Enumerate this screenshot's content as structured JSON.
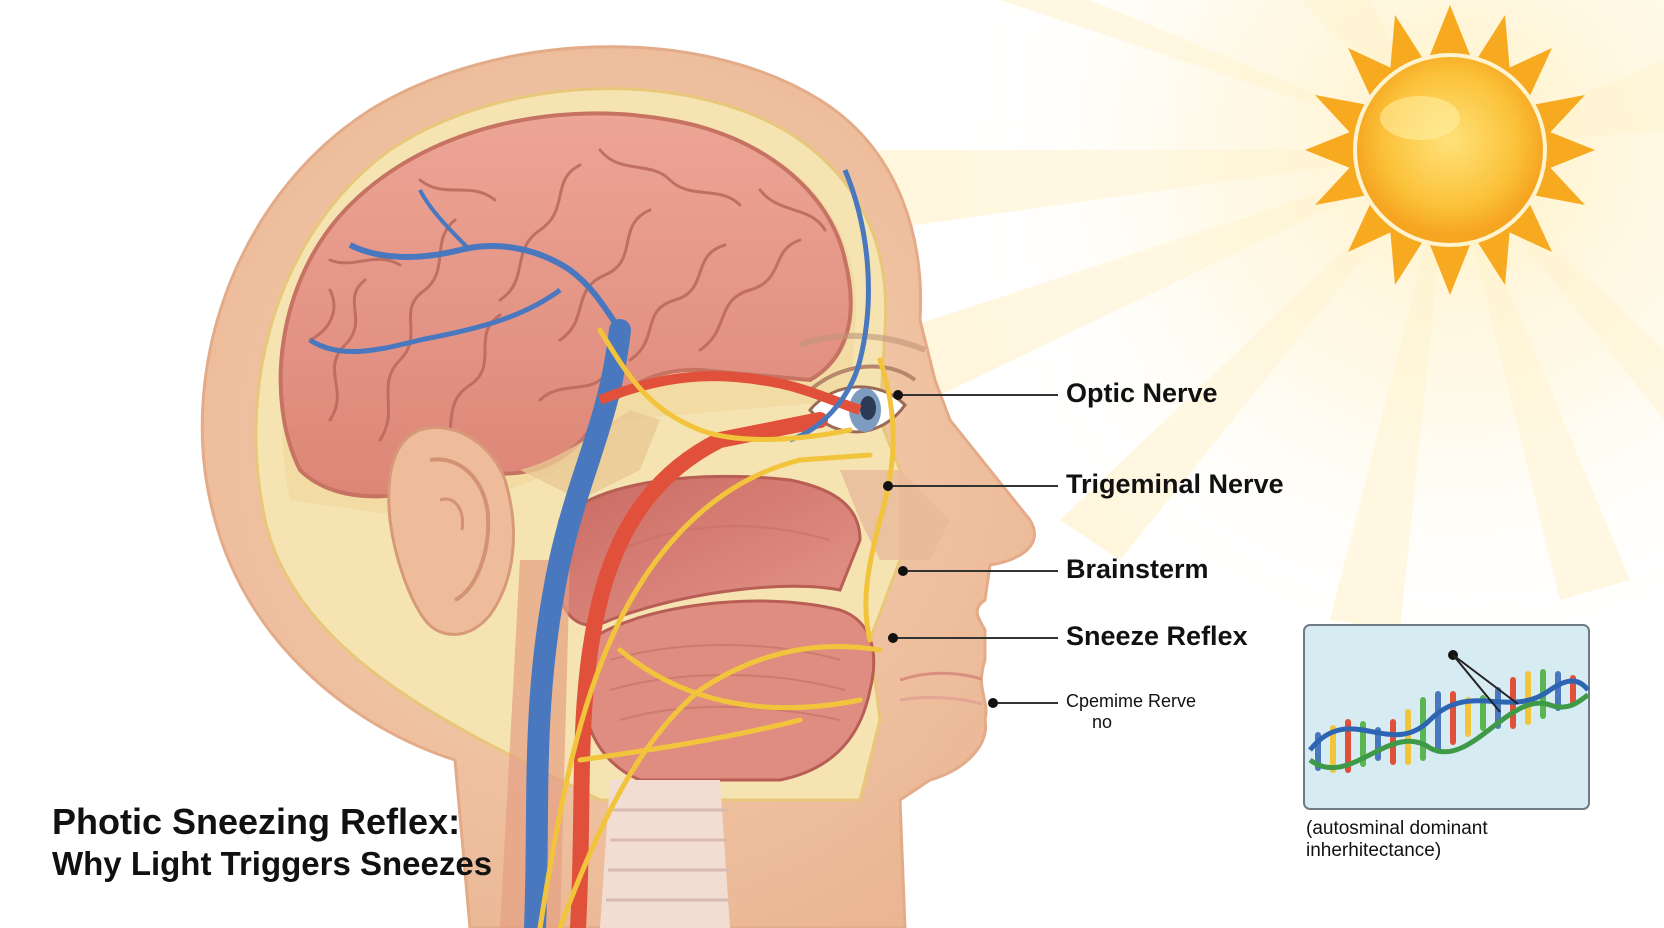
{
  "title": {
    "line1": "Photic Sneezing Reflex:",
    "line2": "Why Light Triggers Sneezes"
  },
  "labels": [
    {
      "id": "optic",
      "text": "Optic Nerve"
    },
    {
      "id": "trigeminal",
      "text": "Trigeminal Nerve"
    },
    {
      "id": "brainsterm",
      "text": "Brainsterm"
    },
    {
      "id": "sneeze",
      "text": "Sneeze Reflex"
    },
    {
      "id": "garbled",
      "line1": "Cpemime Rerve",
      "line2": "no"
    }
  ],
  "inheritance": {
    "line1": "(autosminal dominant",
    "line2": "inherhitectance)"
  },
  "colors": {
    "skin": "#f3c9a8",
    "brain": "#e89a8a",
    "bone": "#f4e2b0",
    "vein": "#4a78bf",
    "artery": "#e0503a",
    "nerve": "#f2c43c",
    "sun": "#f9b52b",
    "dna_panel": "#d7ebf3"
  },
  "icons": [
    "sun-icon",
    "dna-helix-icon",
    "head-anatomy-illustration"
  ]
}
